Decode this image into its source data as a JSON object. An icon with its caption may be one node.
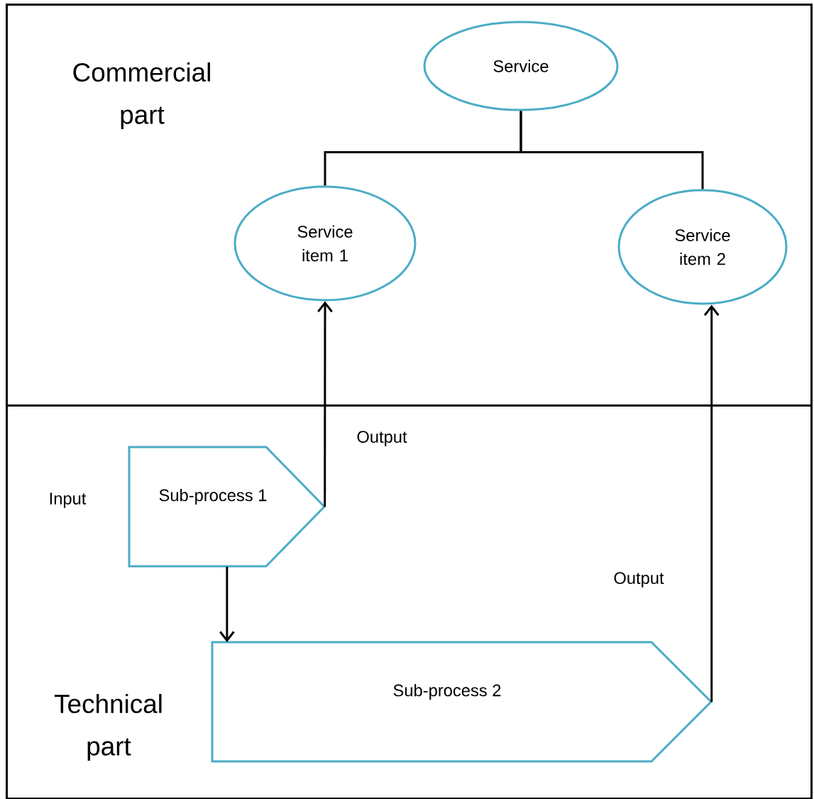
{
  "diagram": {
    "nodes": [
      {
        "text": [
          "Commercial part"
        ]
      },
      {
        "text": [
          "Service"
        ],
        "in": 0
      },
      {
        "text": [
          "Service item 1"
        ],
        "in": 0
      },
      {
        "text": [
          "Service item 2"
        ],
        "in": 0
      },
      {
        "text": [
          "Technical part"
        ]
      },
      {
        "text": [
          "Sub-process 1"
        ],
        "in": 4
      },
      {
        "text": [
          "Sub-process 2"
        ],
        "in": 4
      }
    ],
    "edges": [
      {
        "from": 1,
        "to": 2,
        "arrow": "none"
      },
      {
        "from": 1,
        "to": 3,
        "arrow": "none"
      },
      {
        "from": 5,
        "to": 2,
        "arrow": "to",
        "label": "Output"
      },
      {
        "from": 6,
        "to": 3,
        "arrow": "to",
        "label": "Output"
      },
      {
        "from": 5,
        "to": 6,
        "arrow": "to"
      }
    ],
    "labels": [
      "Input"
    ]
  }
}
